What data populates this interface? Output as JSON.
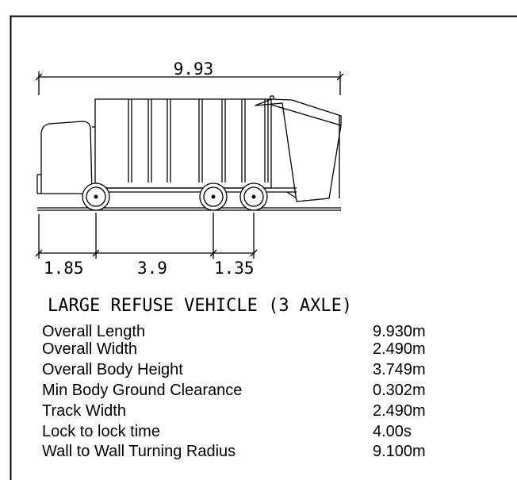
{
  "drawing": {
    "overall_dimension": "9.93",
    "segment_dimensions": [
      "1.85",
      "3.9",
      "1.35"
    ],
    "title": "LARGE REFUSE VEHICLE (3 AXLE)"
  },
  "specs": [
    {
      "label": "Overall Length",
      "value": "9.930m"
    },
    {
      "label": "Overall Width",
      "value": "2.490m"
    },
    {
      "label": "Overall Body Height",
      "value": "3.749m"
    },
    {
      "label": "Min Body Ground Clearance",
      "value": "0.302m"
    },
    {
      "label": "Track Width",
      "value": "2.490m"
    },
    {
      "label": "Lock to lock time",
      "value": "4.00s"
    },
    {
      "label": "Wall to Wall Turning Radius",
      "value": "9.100m"
    }
  ]
}
